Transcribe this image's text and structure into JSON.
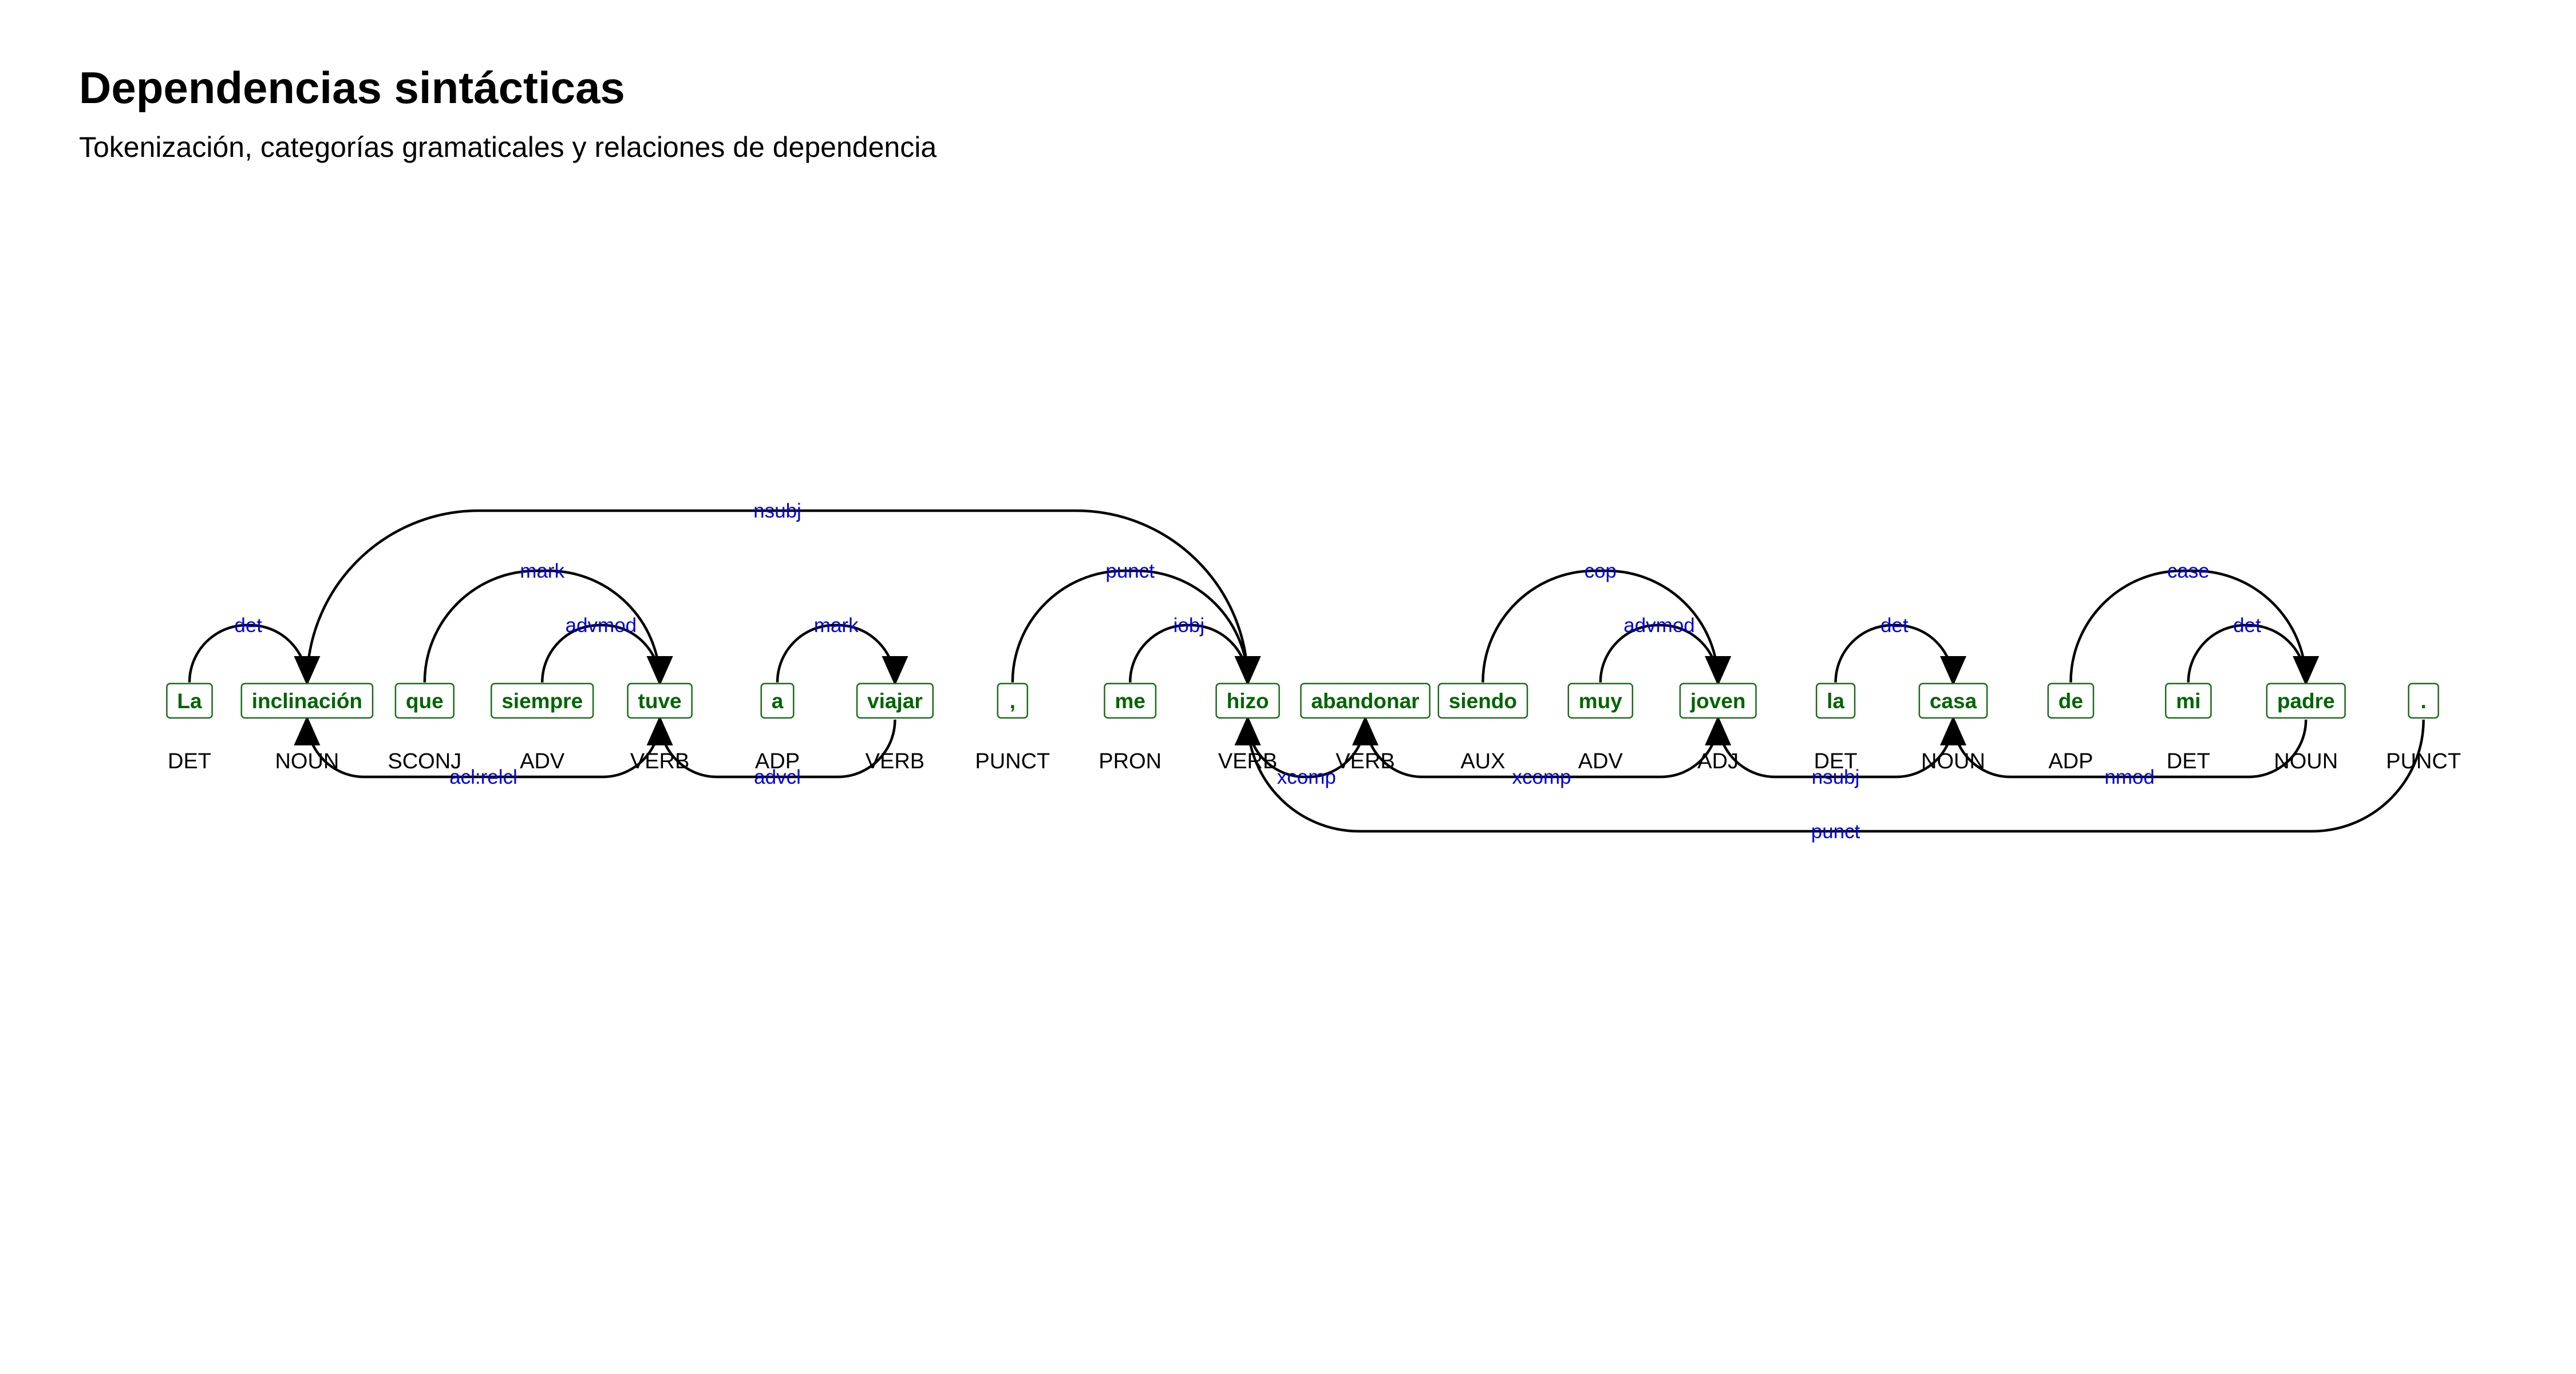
{
  "title": "Dependencias sintácticas",
  "subtitle": "Tokenización, categorías gramaticales y relaciones de dependencia",
  "colors": {
    "token_text": "#006400",
    "token_border": "#1a6b1a",
    "arc": "#000000",
    "arc_label": "#0000dd",
    "pos_text": "#000000"
  },
  "tokens": [
    {
      "text": "La",
      "pos": "DET"
    },
    {
      "text": "inclinación",
      "pos": "NOUN"
    },
    {
      "text": "que",
      "pos": "SCONJ"
    },
    {
      "text": "siempre",
      "pos": "ADV"
    },
    {
      "text": "tuve",
      "pos": "VERB"
    },
    {
      "text": "a",
      "pos": "ADP"
    },
    {
      "text": "viajar",
      "pos": "VERB"
    },
    {
      "text": ",",
      "pos": "PUNCT"
    },
    {
      "text": "me",
      "pos": "PRON"
    },
    {
      "text": "hizo",
      "pos": "VERB"
    },
    {
      "text": "abandonar",
      "pos": "VERB"
    },
    {
      "text": "siendo",
      "pos": "AUX"
    },
    {
      "text": "muy",
      "pos": "ADV"
    },
    {
      "text": "joven",
      "pos": "ADJ"
    },
    {
      "text": "la",
      "pos": "DET"
    },
    {
      "text": "casa",
      "pos": "NOUN"
    },
    {
      "text": "de",
      "pos": "ADP"
    },
    {
      "text": "mi",
      "pos": "DET"
    },
    {
      "text": "padre",
      "pos": "NOUN"
    },
    {
      "text": ".",
      "pos": "PUNCT"
    }
  ],
  "arcs": [
    {
      "from": 0,
      "to": 1,
      "label": "det",
      "side": "above"
    },
    {
      "from": 1,
      "to": 9,
      "label": "nsubj",
      "side": "above"
    },
    {
      "from": 2,
      "to": 4,
      "label": "mark",
      "side": "above"
    },
    {
      "from": 3,
      "to": 4,
      "label": "advmod",
      "side": "above"
    },
    {
      "from": 5,
      "to": 6,
      "label": "mark",
      "side": "above"
    },
    {
      "from": 7,
      "to": 9,
      "label": "punct",
      "side": "above"
    },
    {
      "from": 8,
      "to": 9,
      "label": "iobj",
      "side": "above"
    },
    {
      "from": 11,
      "to": 13,
      "label": "cop",
      "side": "above"
    },
    {
      "from": 12,
      "to": 13,
      "label": "advmod",
      "side": "above"
    },
    {
      "from": 14,
      "to": 15,
      "label": "det",
      "side": "above"
    },
    {
      "from": 16,
      "to": 18,
      "label": "case",
      "side": "above"
    },
    {
      "from": 17,
      "to": 18,
      "label": "det",
      "side": "above"
    },
    {
      "from": 4,
      "to": 1,
      "label": "acl:relcl",
      "side": "below"
    },
    {
      "from": 6,
      "to": 4,
      "label": "advcl",
      "side": "below"
    },
    {
      "from": 10,
      "to": 9,
      "label": "xcomp",
      "side": "below"
    },
    {
      "from": 13,
      "to": 10,
      "label": "xcomp",
      "side": "below"
    },
    {
      "from": 15,
      "to": 13,
      "label": "nsubj",
      "side": "below"
    },
    {
      "from": 18,
      "to": 15,
      "label": "nmod",
      "side": "below"
    },
    {
      "from": 19,
      "to": 9,
      "label": "punct",
      "side": "below"
    }
  ]
}
